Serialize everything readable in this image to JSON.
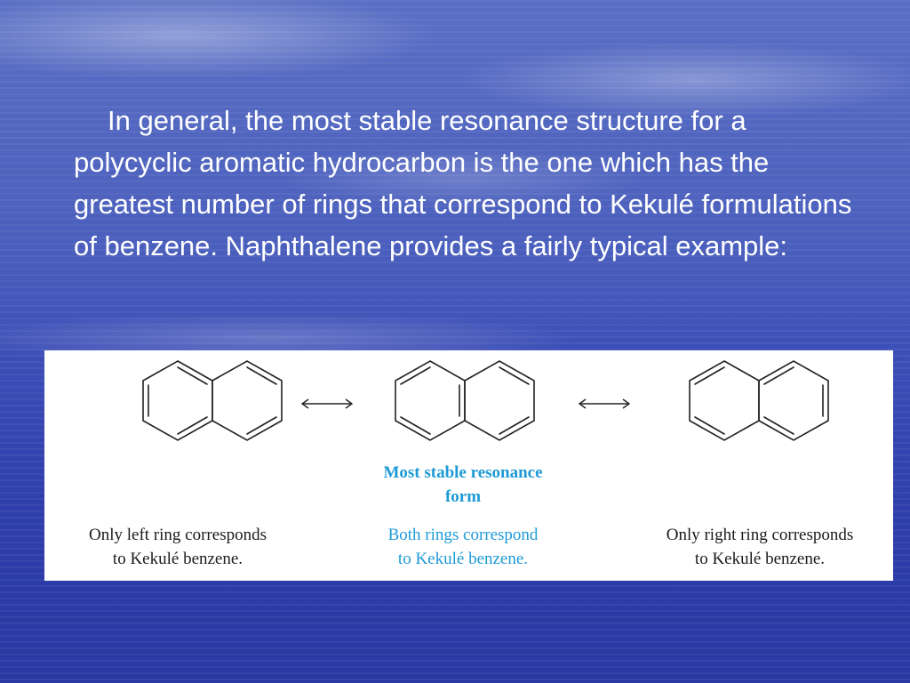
{
  "paragraph": "In general, the most stable resonance structure for a polycyclic aromatic hydrocarbon is the one which has the greatest number of rings that correspond to Kekulé formulations of benzene. Naphthalene provides a fairly typical example:",
  "figure": {
    "highlight_color": "#1d9ad6",
    "resonance_arrow_glyph": "⟷",
    "most_stable": {
      "line1": "Most stable resonance",
      "line2": "form"
    },
    "captions": [
      {
        "line1": "Only left ring corresponds",
        "line2": "to Kekulé benzene."
      },
      {
        "line1": "Both rings correspond",
        "line2": "to Kekulé benzene."
      },
      {
        "line1": "Only right ring corresponds",
        "line2": "to Kekulé benzene."
      }
    ]
  }
}
